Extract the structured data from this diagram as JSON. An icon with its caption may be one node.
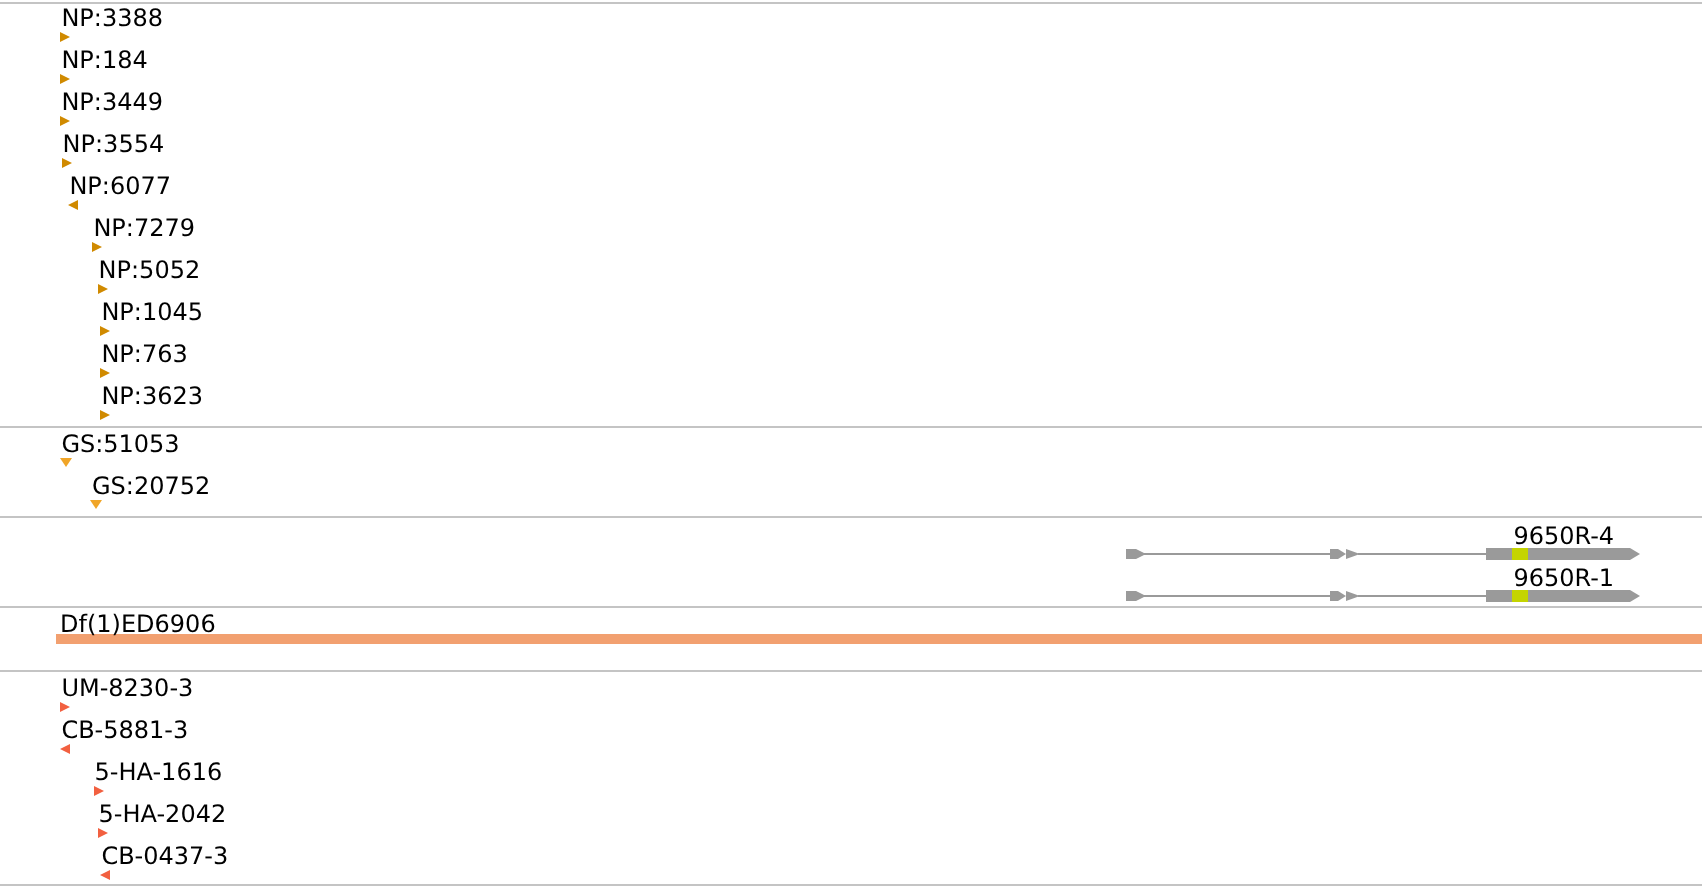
{
  "diagram": {
    "labels": [
      "NP:3388",
      "NP:184",
      "NP:3449",
      "NP:3554",
      "NP:6077",
      "NP:7279",
      "NP:5052",
      "NP:1045",
      "NP:763",
      "NP:3623",
      "GS:51053",
      "GS:20752",
      "9650R-4",
      "9650R-1",
      "Df(1)ED6906",
      "UM-8230-3",
      "CB-5881-3",
      "5-HA-1616",
      "5-HA-2042",
      "CB-0437-3"
    ]
  }
}
